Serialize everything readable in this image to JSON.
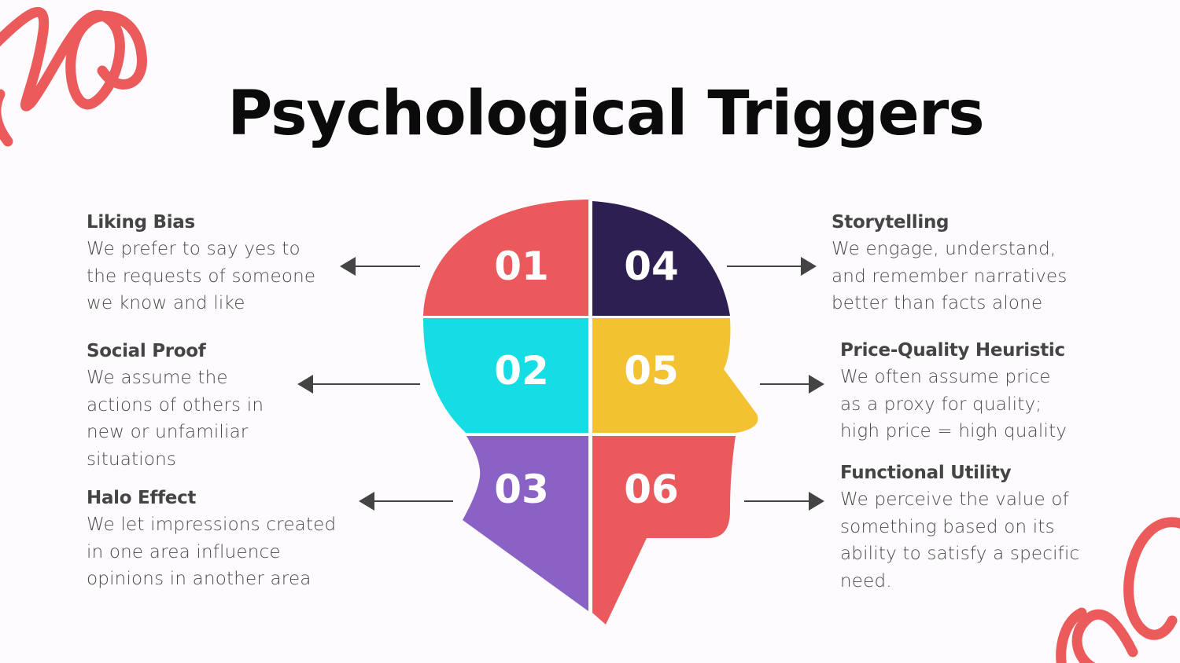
{
  "title": "Psychological Triggers",
  "colors": {
    "segment_01": "#ea5a5c",
    "segment_02": "#16dde3",
    "segment_03": "#8a62c5",
    "segment_04": "#2e1f52",
    "segment_05": "#f2c230",
    "segment_06": "#ea5a5c",
    "decoration": "#ec5b5b",
    "arrow": "#444444"
  },
  "segments": [
    "01",
    "02",
    "03",
    "04",
    "05",
    "06"
  ],
  "left_items": [
    {
      "heading": "Liking Bias",
      "lines": [
        "We prefer to say yes to",
        "the requests of someone",
        "we know and like"
      ]
    },
    {
      "heading": "Social Proof",
      "lines": [
        "We assume the",
        "actions of others in",
        "new or unfamiliar",
        "situations"
      ]
    },
    {
      "heading": "Halo Effect",
      "lines": [
        "We let impressions created",
        "in one area influence",
        "opinions in another area"
      ]
    }
  ],
  "right_items": [
    {
      "heading": "Storytelling",
      "lines": [
        "We engage, understand,",
        "and remember narratives",
        "better than facts alone"
      ]
    },
    {
      "heading": "Price-Quality Heuristic",
      "lines": [
        "We often assume price",
        "as a proxy for quality;",
        "high price = high quality"
      ]
    },
    {
      "heading": "Functional Utility",
      "lines": [
        "We perceive the value of",
        "something based on its",
        "ability to satisfy a specific",
        "need."
      ]
    }
  ]
}
